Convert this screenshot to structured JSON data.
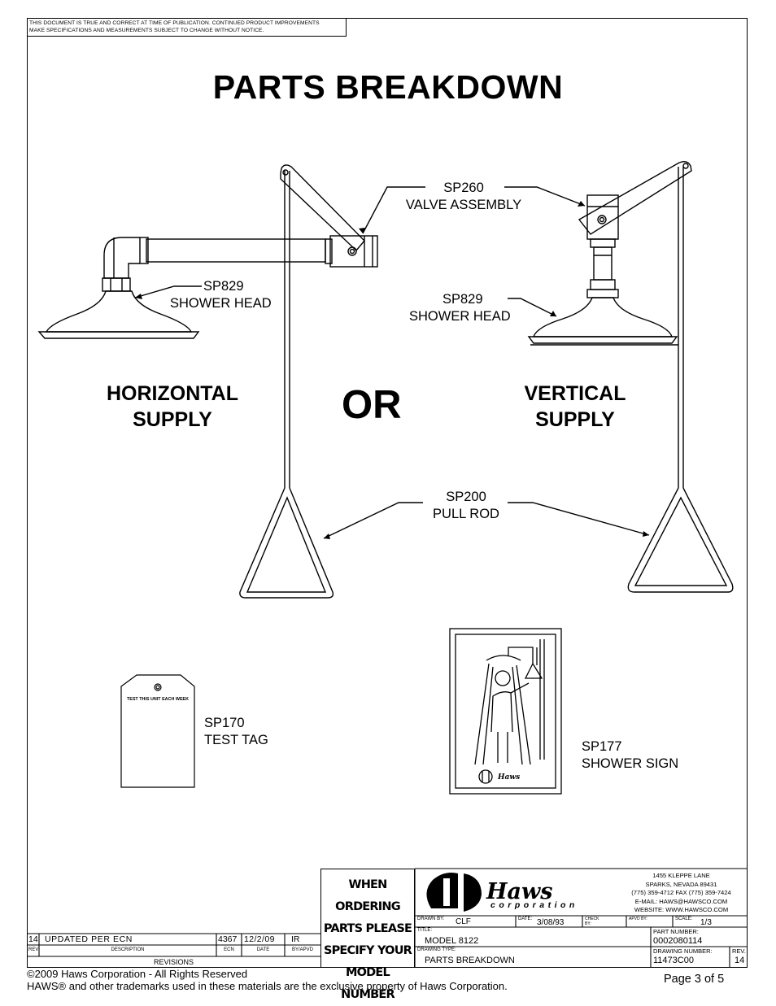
{
  "notice": {
    "line1": "THIS DOCUMENT IS TRUE AND CORRECT AT TIME OF PUBLICATION. CONTINUED PRODUCT IMPROVEMENTS",
    "line2": "MAKE SPECIFICATIONS AND MEASUREMENTS SUBJECT TO CHANGE WITHOUT NOTICE."
  },
  "title": "PARTS BREAKDOWN",
  "supply": {
    "horizontal_line1": "HORIZONTAL",
    "horizontal_line2": "SUPPLY",
    "or": "OR",
    "vertical_line1": "VERTICAL",
    "vertical_line2": "SUPPLY"
  },
  "parts": {
    "valve": {
      "code": "SP260",
      "name": "VALVE ASSEMBLY"
    },
    "head_left": {
      "code": "SP829",
      "name": "SHOWER HEAD"
    },
    "head_right": {
      "code": "SP829",
      "name": "SHOWER HEAD"
    },
    "pull_rod": {
      "code": "SP200",
      "name": "PULL ROD"
    },
    "tag": {
      "code": "SP170",
      "name": "TEST TAG",
      "tag_text": "TEST THIS UNIT EACH WEEK"
    },
    "sign": {
      "code": "SP177",
      "name": "SHOWER SIGN",
      "sign_brand": "Haws"
    }
  },
  "ordering": {
    "line1": "WHEN ORDERING",
    "line2": "PARTS PLEASE",
    "line3": "SPECIFY YOUR",
    "line4": "MODEL NUMBER"
  },
  "company": {
    "logo_word": "Haws",
    "logo_sub": "corporation",
    "address1": "1455 KLEPPE LANE",
    "address2": "SPARKS, NEVADA 89431",
    "phone": "(775) 359-4712    FAX (775) 359-7424",
    "email": "E-MAIL: HAWS@HAWSCO.COM",
    "website": "WEBSITE: WWW.HAWSCO.COM"
  },
  "titleblock": {
    "drawn_by_label": "DRAWN BY:",
    "drawn_by": "CLF",
    "date_label": "DATE:",
    "date": "3/08/93",
    "check_label": "CHECK BY:",
    "apvd_label": "APVD BY:",
    "scale_label": "SCALE:",
    "scale": "1/3",
    "title_label": "TITLE:",
    "title": "MODEL 8122",
    "part_number_label": "PART NUMBER:",
    "part_number": "0002080114",
    "drawing_type_label": "DRAWING TYPE:",
    "drawing_type": "PARTS BREAKDOWN",
    "drawing_number_label": "DRAWING NUMBER:",
    "drawing_number": "11473C00",
    "rev_label": "REV.",
    "rev": "14"
  },
  "revisions": {
    "row": {
      "rev": "14",
      "description": "UPDATED PER ECN",
      "ecn": "4367",
      "date": "12/2/09",
      "by": "IR"
    },
    "headers": {
      "rev": "REV",
      "description": "DESCRIPTION",
      "ecn": "ECN",
      "date": "DATE",
      "by": "BY/APVD"
    },
    "caption": "REVISIONS"
  },
  "footer": {
    "copyright": "©2009 Haws Corporation - All Rights Reserved",
    "trademark": "HAWS® and other trademarks used in these materials are the exclusive property of Haws Corporation.",
    "page": "Page 3 of 5"
  }
}
